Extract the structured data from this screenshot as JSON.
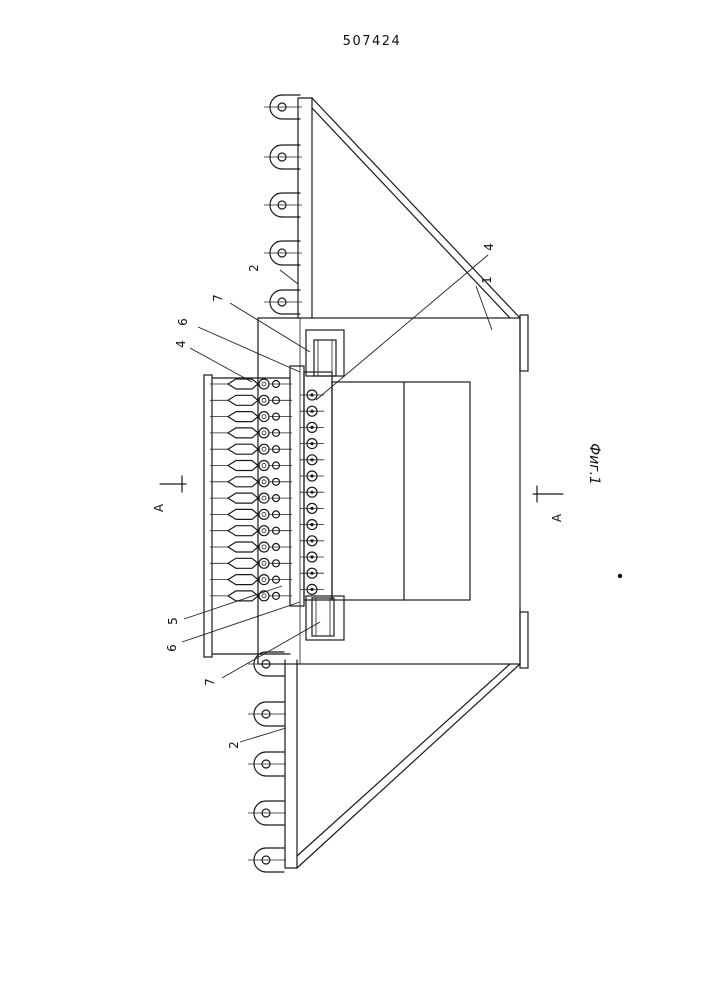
{
  "document": {
    "patent_number": "507424",
    "figure_caption": "Фиг.1"
  },
  "labels": {
    "base": "1",
    "support_top": "2",
    "support_bottom": "2",
    "unit_upper": "4",
    "unit_right": "4",
    "member_5": "5",
    "member_6_upper": "6",
    "member_6_lower": "6",
    "roller_7_upper": "7",
    "roller_7_lower": "7"
  },
  "section": {
    "mark_upper": "A",
    "mark_lower": "A"
  }
}
